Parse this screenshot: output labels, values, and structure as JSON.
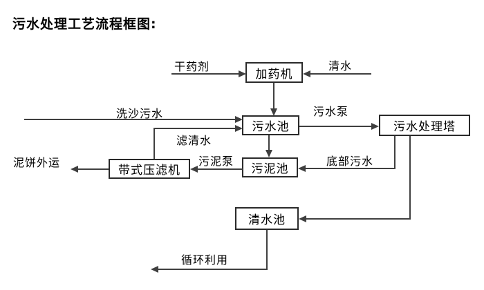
{
  "title": "污水处理工艺流程框图:",
  "nodes": {
    "dosing_machine": {
      "label": "加药机"
    },
    "sewage_pool": {
      "label": "污水池"
    },
    "treatment_tower": {
      "label": "污水处理塔"
    },
    "sludge_pool": {
      "label": "污泥池"
    },
    "belt_filter_press": {
      "label": "带式压滤机"
    },
    "clear_water_pool": {
      "label": "清水池"
    }
  },
  "flow_labels": {
    "dry_chemical": "干药剂",
    "clear_water_in": "清水",
    "sand_washing_sewage": "洗沙污水",
    "sewage_pump": "污水泵",
    "filtered_water": "滤清水",
    "sludge_pump": "污泥泵",
    "bottom_sewage": "底部污水",
    "mud_cake_out": "泥饼外运",
    "recycling": "循环利用"
  },
  "colors": {
    "background": "#ffffff",
    "line": "#3f3f3f",
    "box_border": "#2a2a2a",
    "text": "#000000"
  }
}
